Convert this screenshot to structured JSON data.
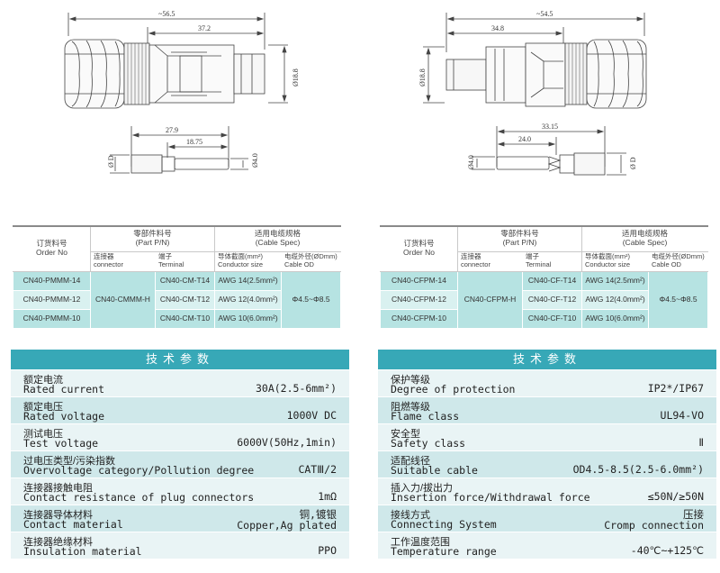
{
  "drawings": {
    "male": {
      "overall_length": "~56.5",
      "body_length": "37.2",
      "diameter": "Ø18.8",
      "pin_length": "27.9",
      "pin_tip_length": "18.75",
      "pin_od": "Ø D",
      "pin_contact_od": "Ø4.0"
    },
    "female": {
      "overall_length": "~54.5",
      "body_length": "34.8",
      "diameter": "Ø18.8",
      "socket_length": "33.15",
      "socket_tip_length": "24.0",
      "socket_contact_od": "Ø4.0",
      "socket_od": "Ø D"
    }
  },
  "order_tables": {
    "left": {
      "headers": {
        "order_no_cn": "订货料号",
        "order_no_en": "Order No",
        "part_cn": "零部件料号",
        "part_en": "(Part P/N)",
        "connector_cn": "连接器",
        "connector_en": "connector",
        "terminal_cn": "端子",
        "terminal_en": "Terminal",
        "cable_cn": "适用电缆规格",
        "cable_en": "(Cable Spec)",
        "conductor_cn": "导体截面(mm²)",
        "conductor_en": "Conductor size",
        "od_cn": "电缆外径(ØDmm)",
        "od_en": "Cable OD"
      },
      "connector": "CN40-CMMM-H",
      "cable_od": "Φ4.5~Φ8.5",
      "rows": [
        {
          "order": "CN40-PMMM-14",
          "terminal": "CN40-CM-T14",
          "conductor": "AWG 14(2.5mm²)"
        },
        {
          "order": "CN40-PMMM-12",
          "terminal": "CN40-CM-T12",
          "conductor": "AWG 12(4.0mm²)"
        },
        {
          "order": "CN40-PMMM-10",
          "terminal": "CN40-CM-T10",
          "conductor": "AWG 10(6.0mm²)"
        }
      ]
    },
    "right": {
      "headers": {
        "order_no_cn": "订货料号",
        "order_no_en": "Order No",
        "part_cn": "零部件料号",
        "part_en": "(Part P/N)",
        "connector_cn": "连接器",
        "connector_en": "connector",
        "terminal_cn": "端子",
        "terminal_en": "Terminal",
        "cable_cn": "适用电缆规格",
        "cable_en": "(Cable Spec)",
        "conductor_cn": "导体截面(mm²)",
        "conductor_en": "Conductor size",
        "od_cn": "电缆外径(ØDmm)",
        "od_en": "Cable OD"
      },
      "connector": "CN40-CFPM-H",
      "cable_od": "Φ4.5~Φ8.5",
      "rows": [
        {
          "order": "CN40-CFPM-14",
          "terminal": "CN40-CF-T14",
          "conductor": "AWG 14(2.5mm²)"
        },
        {
          "order": "CN40-CFPM-12",
          "terminal": "CN40-CF-T12",
          "conductor": "AWG 12(4.0mm²)"
        },
        {
          "order": "CN40-CFPM-10",
          "terminal": "CN40-CF-T10",
          "conductor": "AWG 10(6.0mm²)"
        }
      ]
    }
  },
  "tech_params": {
    "title": "技术参数",
    "left": [
      {
        "cn": "额定电流",
        "en": "Rated current",
        "value": "30A(2.5-6mm²)"
      },
      {
        "cn": "额定电压",
        "en": "Rated voltage",
        "value": "1000V DC"
      },
      {
        "cn": "测试电压",
        "en": "Test voltage",
        "value": "6000V(50Hz,1min)"
      },
      {
        "cn": "过电压类型/污染指数",
        "en": "Overvoltage category/Pollution degree",
        "value": "CATⅢ/2"
      },
      {
        "cn": "连接器接触电阻",
        "en": "Contact resistance of plug connectors",
        "value": "1mΩ"
      },
      {
        "cn": "连接器导体材料",
        "en": "Contact material",
        "value_cn": "铜,镀银",
        "value": "Copper,Ag plated"
      },
      {
        "cn": "连接器绝缘材料",
        "en": "Insulation material",
        "value": "PPO"
      }
    ],
    "right": [
      {
        "cn": "保护等级",
        "en": "Degree of protection",
        "value": "IP2*/IP67"
      },
      {
        "cn": "阻燃等级",
        "en": "Flame class",
        "value": "UL94-VO"
      },
      {
        "cn": "安全型",
        "en": "Safety class",
        "value": "Ⅱ"
      },
      {
        "cn": "适配线径",
        "en": "Suitable cable",
        "value": "OD4.5-8.5(2.5-6.0mm²)"
      },
      {
        "cn": "插入力/拔出力",
        "en": "Insertion force/Withdrawal force",
        "value": "≤50N/≥50N"
      },
      {
        "cn": "接线方式",
        "en": "Connecting System",
        "value_cn": "压接",
        "value": "Cromp connection"
      },
      {
        "cn": "工作温度范围",
        "en": "Temperature range",
        "value": "-40℃~+125℃"
      }
    ]
  },
  "colors": {
    "accent": "#37a8b7",
    "row_light": "#e9f4f5",
    "row_dark": "#cfe8ea",
    "table_cell": "#b6e3e2"
  }
}
